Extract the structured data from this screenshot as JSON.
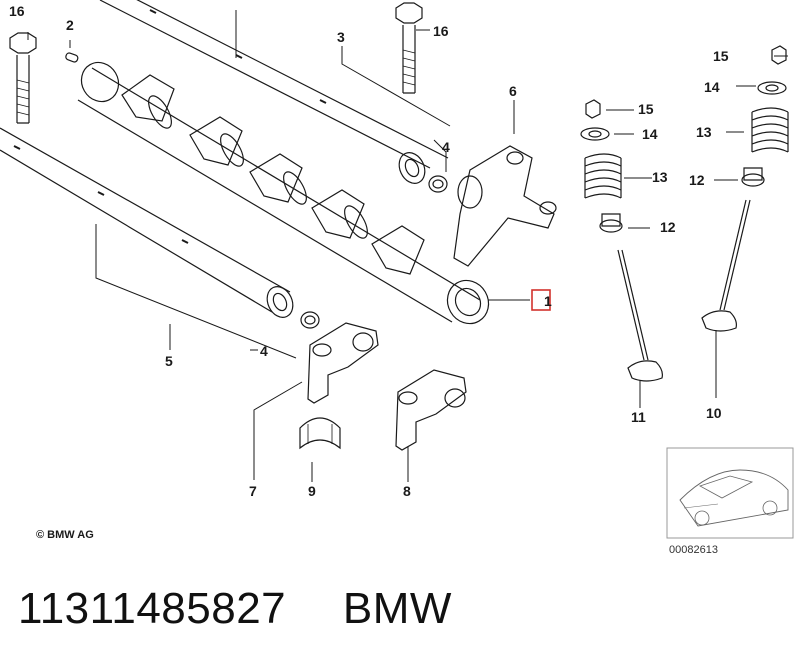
{
  "callouts": {
    "c1": "1",
    "c2": "2",
    "c3": "3",
    "c4a": "4",
    "c4b": "4",
    "c5": "5",
    "c6": "6",
    "c7": "7",
    "c8": "8",
    "c9": "9",
    "c10": "10",
    "c11": "11",
    "c12a": "12",
    "c12b": "12",
    "c13a": "13",
    "c13b": "13",
    "c14a": "14",
    "c14b": "14",
    "c15a": "15",
    "c15b": "15",
    "c16a": "16",
    "c16b": "16"
  },
  "copyright": "© BMW AG",
  "diagram_number": "00082613",
  "caption": {
    "part_number": "11311485827",
    "brand": "BMW"
  },
  "colors": {
    "line": "#1a1a1a",
    "highlight_box": "#d2322d",
    "thumb_border": "#999999"
  }
}
